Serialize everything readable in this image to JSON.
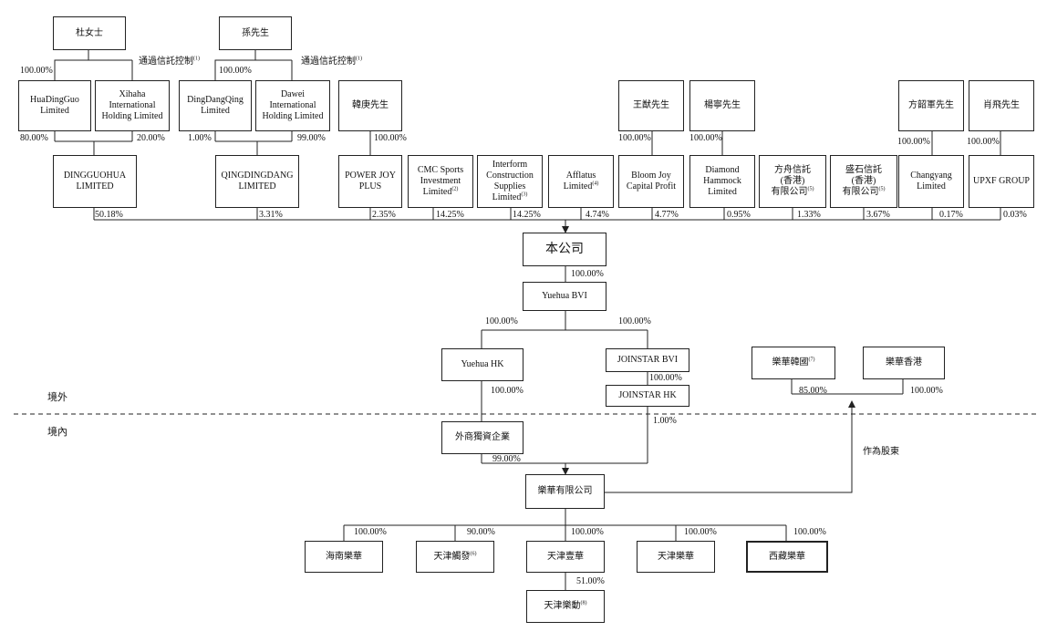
{
  "shareholders": {
    "du": "杜女士",
    "sun": "孫先生",
    "huadingguo": "HuaDingGuo\nLimited",
    "xihaha": "Xihaha\nInternational\nHolding Limited",
    "dingdangqing": "DingDangQing\nLimited",
    "dawei": "Dawei\nInternational\nHolding Limited",
    "han": "韓庚先生",
    "wang": "王猷先生",
    "yang": "楊寧先生",
    "fang": "方韶軍先生",
    "xiao": "肖飛先生",
    "dingguohua": "DINGGUOHUA\nLIMITED",
    "qingdingdang": "QINGDINGDANG\nLIMITED",
    "powerjoy": "POWER JOY\nPLUS",
    "cmc": "CMC Sports\nInvestment\nLimited",
    "cmc_note": "(2)",
    "interform": "Interform\nConstruction\nSupplies\nLimited",
    "interform_note": "(3)",
    "afflatus": "Afflatus\nLimited",
    "afflatus_note": "(4)",
    "bloomjoy": "Bloom Joy\nCapital Profit",
    "diamond": "Diamond\nHammock\nLimited",
    "fangzhou": "方舟信託\n(香港)\n有限公司",
    "fangzhou_note": "(5)",
    "shengshi": "盛石信託\n(香港)\n有限公司",
    "shengshi_note": "(5)",
    "changyang": "Changyang\nLimited",
    "upxf": "UPXF GROUP"
  },
  "notes": {
    "trust1": "通過信託控制",
    "trust1_sup": "(1)",
    "trust2": "通過信託控制",
    "trust2_sup": "(1)"
  },
  "group": {
    "company": "本公司",
    "yuehua_bvi": "Yuehua BVI",
    "yuehua_hk": "Yuehua HK",
    "joinstar_bvi": "JOINSTAR BVI",
    "joinstar_hk": "JOINSTAR HK",
    "korea": "樂華韓國",
    "korea_note": "(7)",
    "hongkong": "樂華香港",
    "wfoe": "外商獨資企業",
    "yuehua_ltd": "樂華有限公司",
    "hainan": "海南樂華",
    "tj_chuangfa": "天津觸發",
    "tj_chuangfa_note": "(6)",
    "tj_yihua": "天津壹華",
    "tj_yuehua": "天津樂華",
    "xizang": "西藏樂華",
    "tj_yuedong": "天津樂動",
    "tj_yuedong_note": "(8)"
  },
  "regions": {
    "offshore": "境外",
    "onshore": "境內"
  },
  "shareholder_label": "作為股東",
  "pct": {
    "du_hdg": "100.00%",
    "sun_ddq": "100.00%",
    "hdg_dgh": "80.00%",
    "xhh_dgh": "20.00%",
    "ddq_qdd": "1.00%",
    "dw_qdd": "99.00%",
    "han_pj": "100.00%",
    "wang_bj": "100.00%",
    "yang_dh": "100.00%",
    "fang_cy": "100.00%",
    "xiao_up": "100.00%",
    "dgh_co": "50.18%",
    "qdd_co": "3.31%",
    "pj_co": "2.35%",
    "cmc_co": "14.25%",
    "if_co": "14.25%",
    "af_co": "4.74%",
    "bj_co": "4.77%",
    "dh_co": "0.95%",
    "fz_co": "1.33%",
    "ss_co": "3.67%",
    "cy_co": "0.17%",
    "up_co": "0.03%",
    "co_bvi": "100.00%",
    "bvi_hk": "100.00%",
    "bvi_jbvi": "100.00%",
    "jbvi_jhk": "100.00%",
    "hk_wfoe": "100.00%",
    "jhk_ltd": "1.00%",
    "wfoe_ltd": "99.00%",
    "korea": "85.00%",
    "hongkong": "100.00%",
    "hainan": "100.00%",
    "chuangfa": "90.00%",
    "yihua": "100.00%",
    "tjyh": "100.00%",
    "xizang": "100.00%",
    "yuedong": "51.00%"
  }
}
